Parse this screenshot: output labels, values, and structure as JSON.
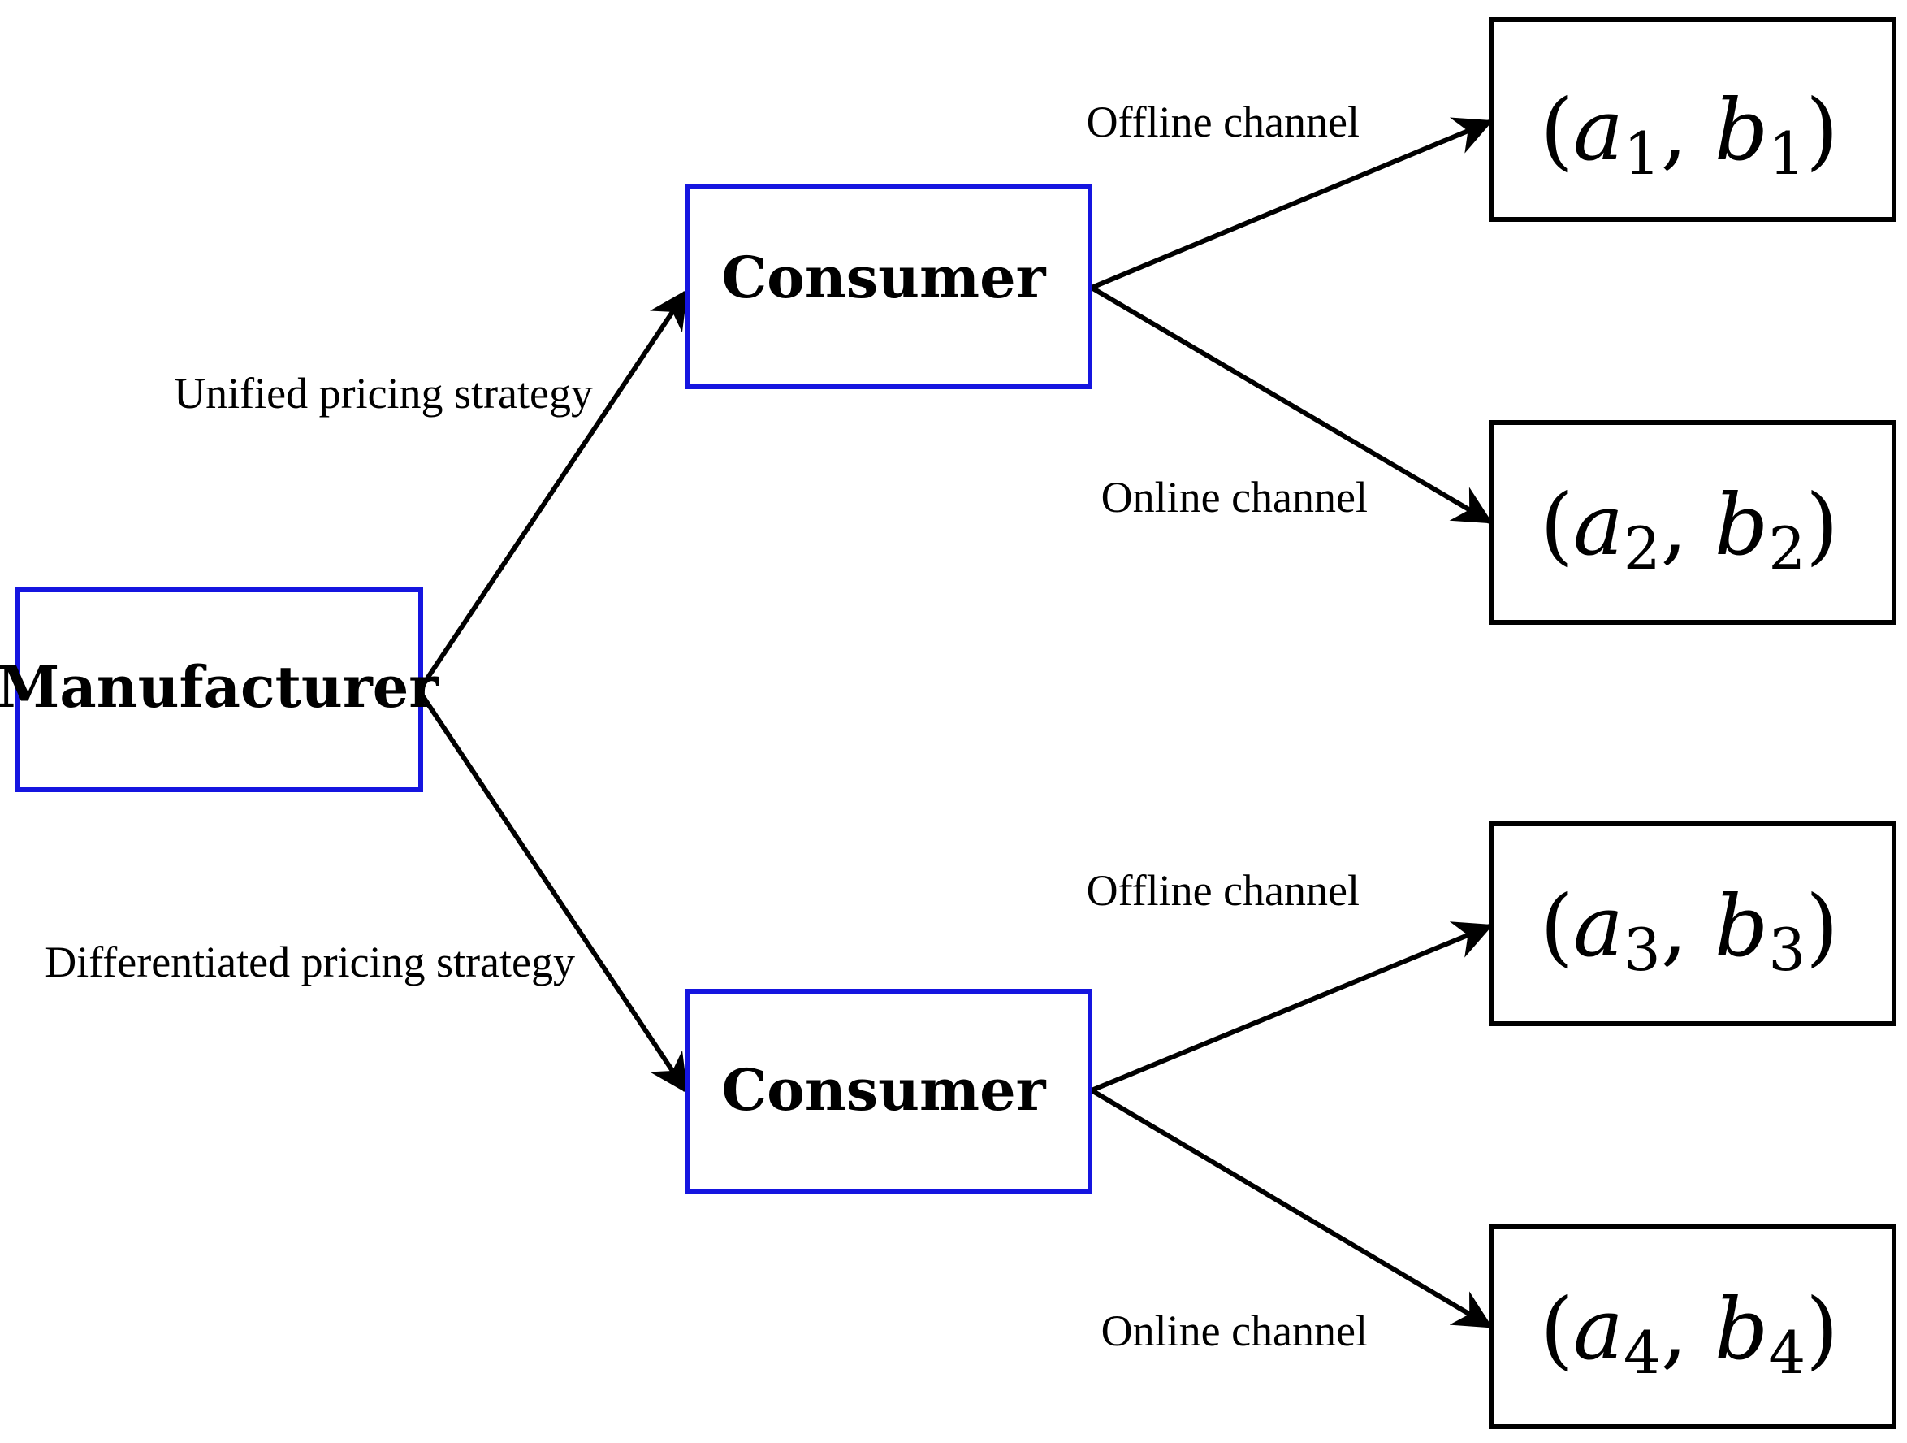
{
  "colors": {
    "decision_border": "#1515e0",
    "outcome_border": "#000000",
    "arrow": "#000000",
    "text": "#000000"
  },
  "nodes": {
    "manufacturer": "Manufacturer",
    "consumer_top": "Consumer",
    "consumer_bottom": "Consumer"
  },
  "edges": {
    "unified": "Unified pricing strategy",
    "differentiated": "Differentiated pricing strategy",
    "offline_top": "Offline channel",
    "online_top": "Online channel",
    "offline_bottom": "Offline channel",
    "online_bottom": "Online channel"
  },
  "outcomes": [
    {
      "a": "a",
      "a_sub": "1",
      "b": "b",
      "b_sub": "1"
    },
    {
      "a": "a",
      "a_sub": "2",
      "b": "b",
      "b_sub": "2"
    },
    {
      "a": "a",
      "a_sub": "3",
      "b": "b",
      "b_sub": "3"
    },
    {
      "a": "a",
      "a_sub": "4",
      "b": "b",
      "b_sub": "4"
    }
  ]
}
